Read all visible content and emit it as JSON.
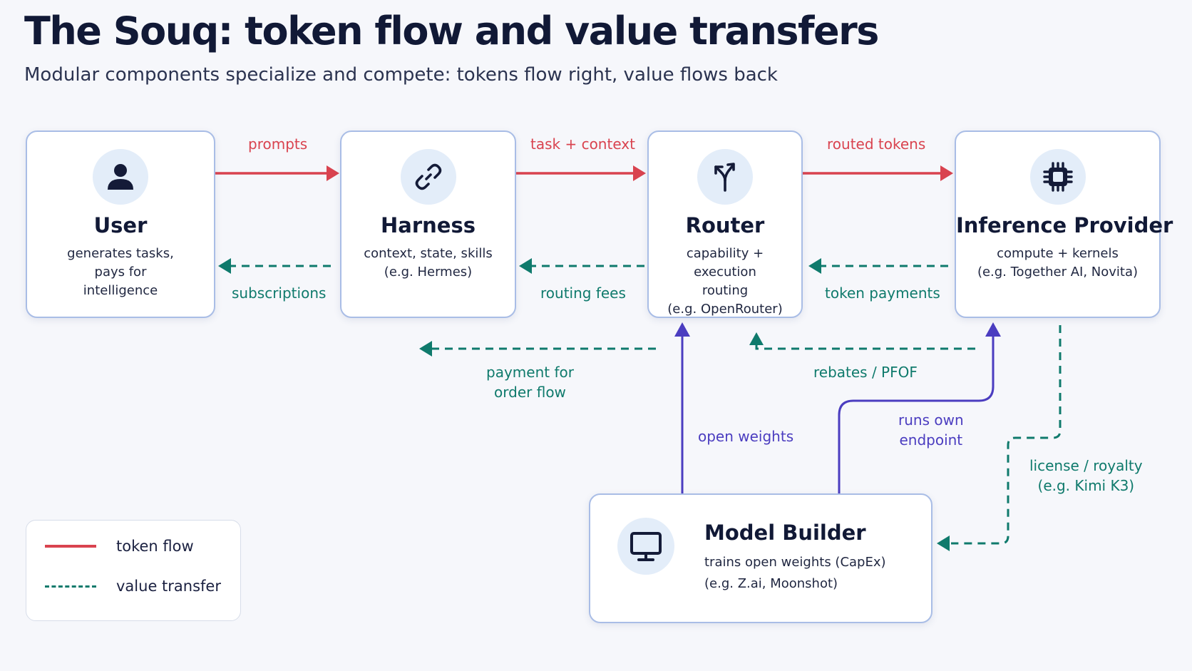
{
  "header": {
    "title": "The Souq: token flow and value transfers",
    "subtitle": "Modular components specialize and compete: tokens flow right, value flows back"
  },
  "nodes": {
    "user": {
      "title": "User",
      "desc_lines": [
        "generates tasks,",
        "pays for",
        "intelligence"
      ],
      "icon": "person-icon"
    },
    "harness": {
      "title": "Harness",
      "desc_lines": [
        "context, state, skills",
        "(e.g. Hermes)"
      ],
      "icon": "link-icon"
    },
    "router": {
      "title": "Router",
      "desc_lines": [
        "capability + execution",
        "routing",
        "(e.g. OpenRouter)"
      ],
      "icon": "split-arrow-icon"
    },
    "provider": {
      "title": "Inference Provider",
      "desc_lines": [
        "compute + kernels",
        "(e.g. Together AI, Novita)"
      ],
      "icon": "chip-icon"
    },
    "model_builder": {
      "title": "Model Builder",
      "desc_lines": [
        "trains open weights (CapEx)",
        "(e.g. Z.ai, Moonshot)"
      ],
      "icon": "monitor-icon"
    }
  },
  "edges": {
    "prompts": "prompts",
    "task_context": "task + context",
    "routed_tokens": "routed tokens",
    "subscriptions": "subscriptions",
    "routing_fees": "routing fees",
    "token_payments": "token payments",
    "payment_order_flow": [
      "payment for",
      "order flow"
    ],
    "rebates": "rebates / PFOF",
    "runs_own_endpoint": [
      "runs own",
      "endpoint"
    ],
    "open_weights": "open weights",
    "license_royalty": [
      "license / royalty",
      "(e.g. Kimi K3)"
    ]
  },
  "legend": {
    "token_flow": "token flow",
    "value_transfer": "value transfer"
  },
  "colors": {
    "token_flow": "#d9434f",
    "value_transfer": "#0f7a6c",
    "model_flow": "#4b3dc0",
    "node_border": "#a9bde6",
    "icon_bg": "#e3edf9"
  }
}
